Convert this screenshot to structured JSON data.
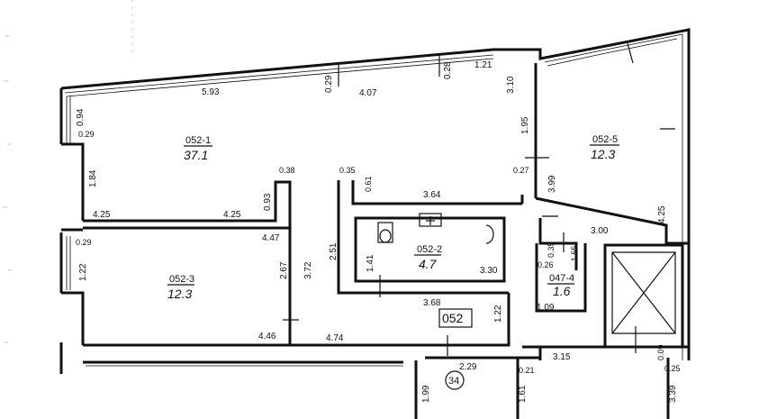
{
  "rooms": [
    {
      "id": "052-1",
      "area": "37.1"
    },
    {
      "id": "052-2",
      "area": "4.7"
    },
    {
      "id": "052-3",
      "area": "12.3"
    },
    {
      "id": "052-5",
      "area": "12.3"
    },
    {
      "id": "047-4",
      "area": "1.6"
    }
  ],
  "apartment_number": "052",
  "marker": "34",
  "dims": [
    "5.93",
    "0.29",
    "4.07",
    "0.28",
    "1.21",
    "3.10",
    "0.94",
    "0.29",
    "1.84",
    "4.25",
    "4.25",
    "0.93",
    "0.38",
    "0.35",
    "0.61",
    "3.64",
    "1.95",
    "0.27",
    "3.99",
    "4.25",
    "3.00",
    "0.29",
    "4.47",
    "2.67",
    "3.72",
    "2.51",
    "1.41",
    "3.30",
    "0.35",
    "1.55",
    "0.26",
    "1.22",
    "3.68",
    "1.22",
    "1.09",
    "4.46",
    "4.74",
    "2.29",
    "0.21",
    "3.15",
    "0.09",
    "0.25",
    "1.99",
    "1.61",
    "3.39"
  ]
}
